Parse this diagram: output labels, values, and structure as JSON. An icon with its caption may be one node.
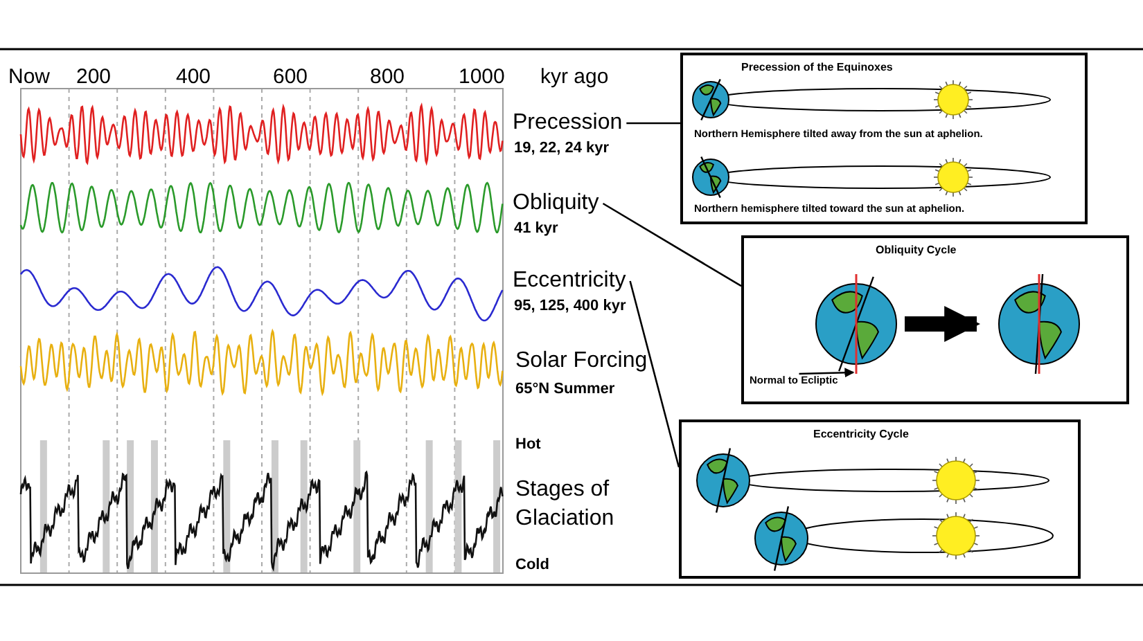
{
  "diagram": {
    "nodes": [
      {
        "text": [
          "Precession",
          "19, 22, 24 kyr"
        ]
      },
      {
        "text": [
          "Obliquity",
          "41 kyr"
        ]
      },
      {
        "text": [
          "Eccentricity",
          "95, 125, 400 kyr"
        ]
      },
      {
        "text": [
          "Precession of the Equinoxes",
          "Northern Hemisphere tilted away from the sun at aphelion.",
          "Northern hemisphere tilted toward the sun at aphelion."
        ]
      },
      {
        "text": [
          "Obliquity Cycle"
        ]
      },
      {
        "text": [
          "Normal to Ecliptic"
        ],
        "in": 4
      },
      {
        "text": [],
        "shape": "picture",
        "in": 4
      },
      {
        "text": [],
        "shape": "picture",
        "in": 4
      },
      {
        "text": [
          "Eccentricity Cycle"
        ]
      }
    ],
    "edges": [
      {
        "from": 0,
        "to": 3,
        "arrow": "none"
      },
      {
        "from": 1,
        "to": 4,
        "arrow": "none"
      },
      {
        "from": 2,
        "to": 8,
        "arrow": "none"
      },
      {
        "from": 6,
        "to": 7,
        "arrow": "to",
        "style": "thick"
      },
      {
        "from": 5,
        "to": 6,
        "arrow": "to"
      }
    ],
    "labels": [
      "Now",
      "200",
      "400",
      "600",
      "800",
      "1000",
      "kyr ago",
      "Solar Forcing",
      "65°N Summer",
      "Hot",
      "Stages of Glaciation",
      "Cold"
    ]
  }
}
